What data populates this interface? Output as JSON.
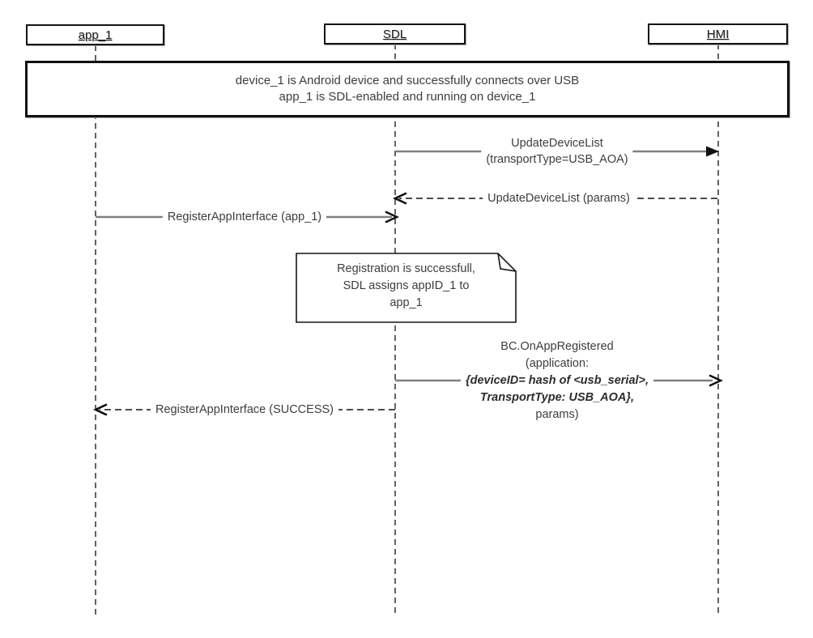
{
  "diagram": {
    "type": "sequence-diagram",
    "colors": {
      "background": "#ffffff",
      "solid_message_line": "#808080",
      "dashed_message_line": "#4c4c4c",
      "arrowhead": "#111111",
      "box_border": "#111111",
      "text": "#3d3d3d"
    },
    "actors": [
      {
        "label": "app_1"
      },
      {
        "label": "SDL"
      },
      {
        "label": "HMI"
      }
    ],
    "precondition_box": {
      "line1": "device_1 is Android device and successfully connects over USB",
      "line2": "app_1 is SDL-enabled and running on device_1"
    },
    "messages": [
      {
        "from": "SDL",
        "to": "HMI",
        "line_style": "solid",
        "arrowhead": "filled",
        "line1": "UpdateDeviceList",
        "line2": "(transportType=USB_AOA)"
      },
      {
        "from": "HMI",
        "to": "SDL",
        "line_style": "dashed",
        "arrowhead": "open",
        "label": "UpdateDeviceList (params)"
      },
      {
        "from": "app_1",
        "to": "SDL",
        "line_style": "solid",
        "arrowhead": "open",
        "label": "RegisterAppInterface (app_1)"
      },
      {
        "from": "SDL",
        "to": "HMI",
        "line_style": "solid",
        "arrowhead": "open",
        "line1": "BC.OnAppRegistered",
        "line2": "(application:",
        "line3": "{deviceID= hash of <usb_serial>,",
        "line4": "TransportType: USB_AOA},",
        "line5": "params)"
      },
      {
        "from": "SDL",
        "to": "app_1",
        "line_style": "dashed",
        "arrowhead": "open",
        "label": "RegisterAppInterface (SUCCESS)"
      }
    ],
    "note": {
      "line1": "Registration is successfull,",
      "line2": "SDL assigns appID_1 to",
      "line3": "app_1"
    }
  }
}
